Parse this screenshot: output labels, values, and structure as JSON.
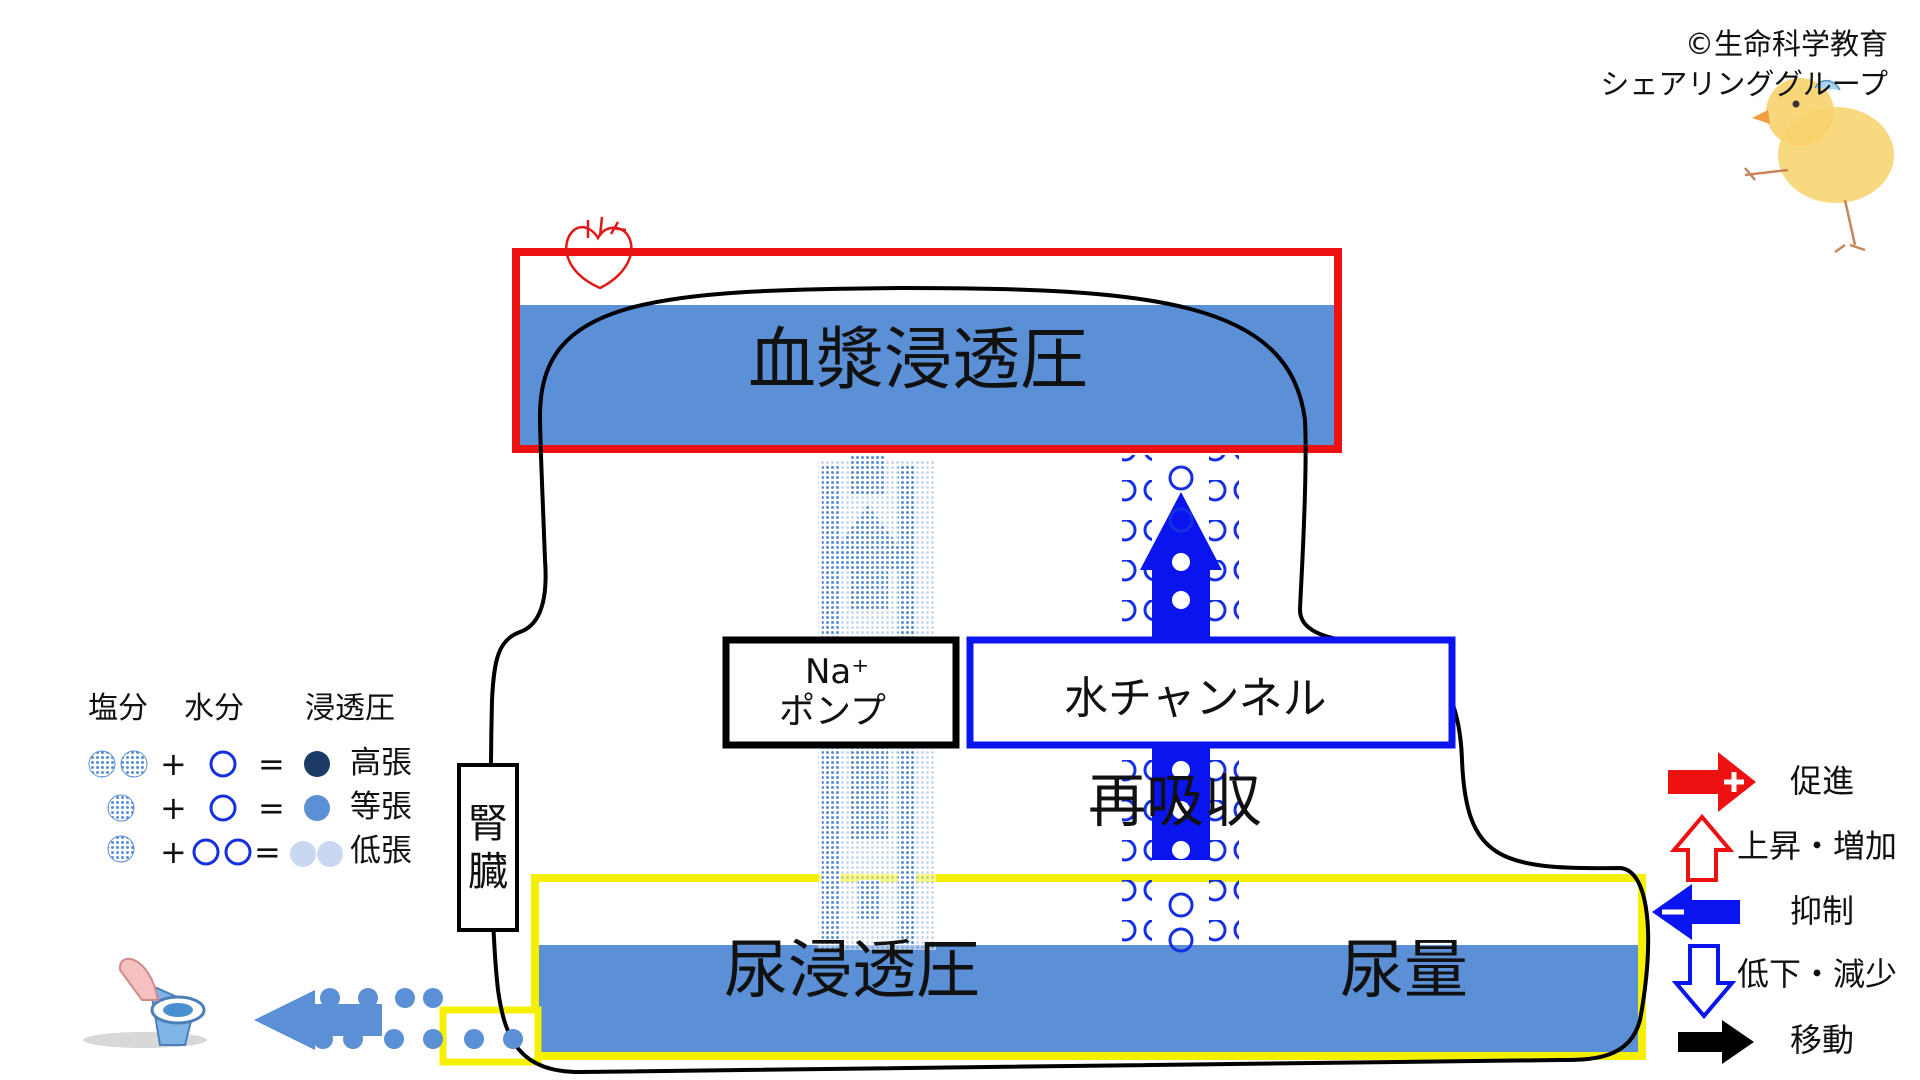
{
  "copyright": {
    "line1": "©生命科学教育",
    "line2": "シェアリンググループ"
  },
  "plasma": {
    "label": "血漿浸透圧",
    "color": "#5b8fd6",
    "frame_color": "#ee1111"
  },
  "urine": {
    "label_osmotic": "尿浸透圧",
    "label_volume": "尿量",
    "frame_color": "#f5f000"
  },
  "kidney": {
    "label": "腎臓"
  },
  "na_pump": {
    "line1": "Na⁺",
    "line2": "ポンプ"
  },
  "water_channel": {
    "label": "水チャンネル"
  },
  "reabsorption": {
    "label": "再吸収"
  },
  "key": {
    "headers": {
      "salt": "塩分",
      "water": "水分",
      "osmotic": "浸透圧"
    },
    "rows": [
      {
        "plus": "+",
        "equals": "=",
        "label": "高張"
      },
      {
        "plus": "+",
        "equals": "=",
        "label": "等張"
      },
      {
        "plus": "+",
        "equals": "=",
        "label": "低張"
      }
    ]
  },
  "arrow_legend": {
    "items": [
      {
        "icon": "red-plus-arrow",
        "label": "促進"
      },
      {
        "icon": "red-outline-up-arrow",
        "label": "上昇・増加"
      },
      {
        "icon": "blue-minus-arrow",
        "label": "抑制"
      },
      {
        "icon": "blue-outline-down-arrow",
        "label": "低下・減少"
      },
      {
        "icon": "black-arrow",
        "label": "移動"
      }
    ]
  },
  "colors": {
    "blue_fill": "#5b8fd6",
    "blue_arrow": "#0a14ee",
    "red": "#ee1111",
    "yellow": "#f5f000",
    "light_blue": "#a9c2e8"
  }
}
